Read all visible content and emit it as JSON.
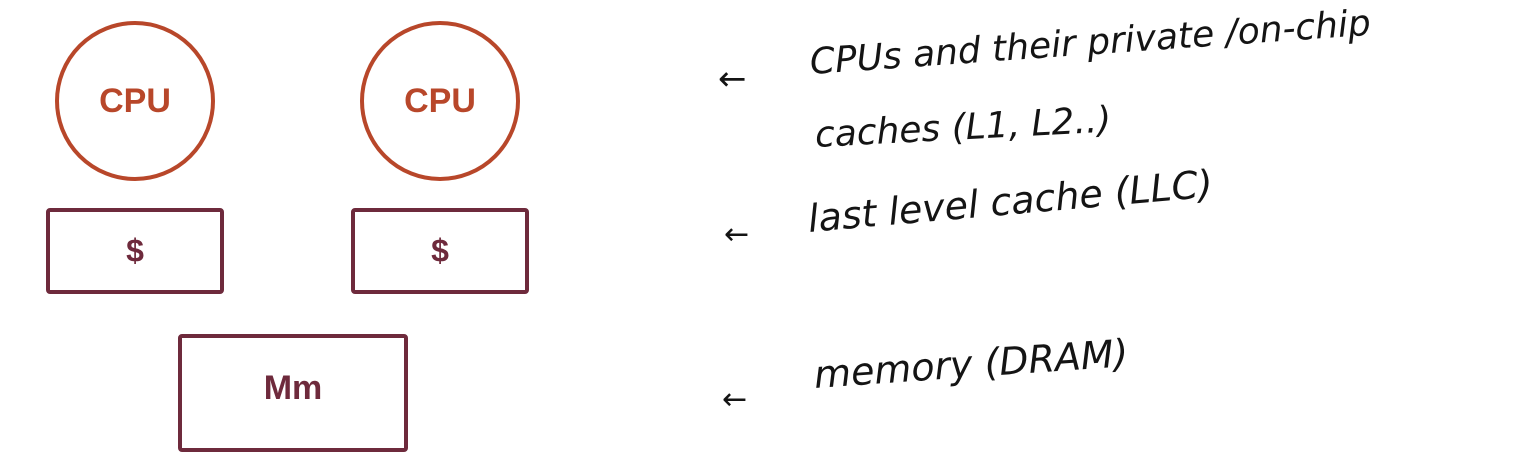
{
  "diagram": {
    "colors": {
      "cpu": "#B8472A",
      "cache": "#6E2A3C",
      "memory": "#6E2A3C",
      "annotation": "#141414"
    },
    "cpus": [
      {
        "label": "CPU"
      },
      {
        "label": "CPU"
      }
    ],
    "caches": [
      {
        "label": "$"
      },
      {
        "label": "$"
      }
    ],
    "memory": {
      "label": "Mm"
    }
  },
  "annotations": {
    "arrow_icon": "left-arrow-icon",
    "cpu_note_line1": "CPUs and their private /on-chip",
    "cpu_note_line2": "caches (L1, L2..)",
    "llc_note": "last level cache (LLC)",
    "memory_note": "memory (DRAM)"
  }
}
